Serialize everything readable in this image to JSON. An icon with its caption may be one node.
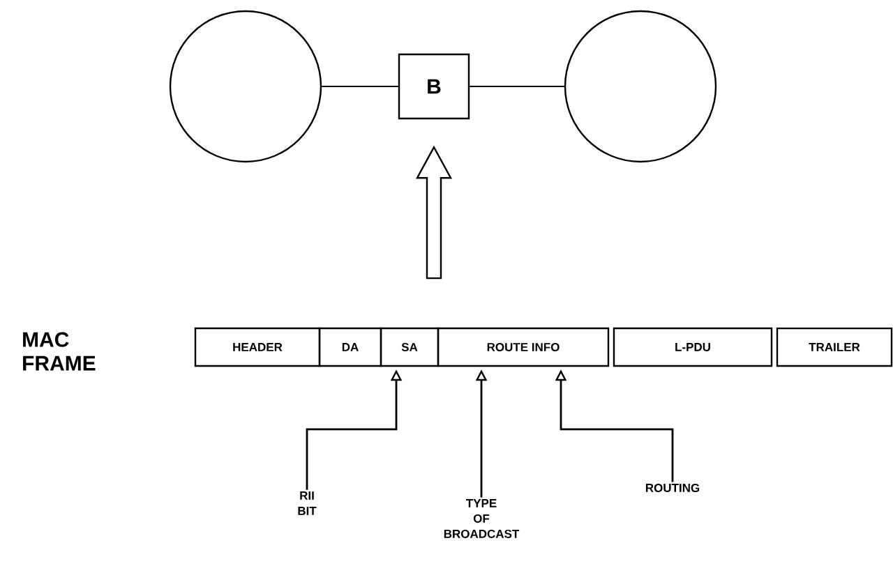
{
  "diagram": {
    "nodes": [
      {
        "text": [],
        "shape": "circle"
      },
      {
        "text": [
          "B"
        ]
      },
      {
        "text": [],
        "shape": "circle"
      },
      {
        "text": [
          "HEADER"
        ]
      },
      {
        "text": [
          "DA"
        ]
      },
      {
        "text": [
          "SA"
        ]
      },
      {
        "text": [
          "ROUTE INFO"
        ]
      },
      {
        "text": [
          "L-PDU"
        ]
      },
      {
        "text": [
          "TRAILER"
        ]
      },
      {
        "text": [
          "RII BIT"
        ]
      },
      {
        "text": [
          "TYPE OF BROADCAST"
        ]
      },
      {
        "text": [
          "ROUTING"
        ]
      }
    ],
    "edges": [
      {
        "from": 0,
        "to": 1,
        "arrow": "none"
      },
      {
        "from": 1,
        "to": 2,
        "arrow": "none"
      },
      {
        "from": null,
        "to": 1,
        "arrow": "to"
      },
      {
        "from": 9,
        "to": 5,
        "arrow": "to"
      },
      {
        "from": 10,
        "to": 6,
        "arrow": "to"
      },
      {
        "from": 11,
        "to": 6,
        "arrow": "to"
      }
    ],
    "labels": [
      "MAC FRAME"
    ]
  }
}
